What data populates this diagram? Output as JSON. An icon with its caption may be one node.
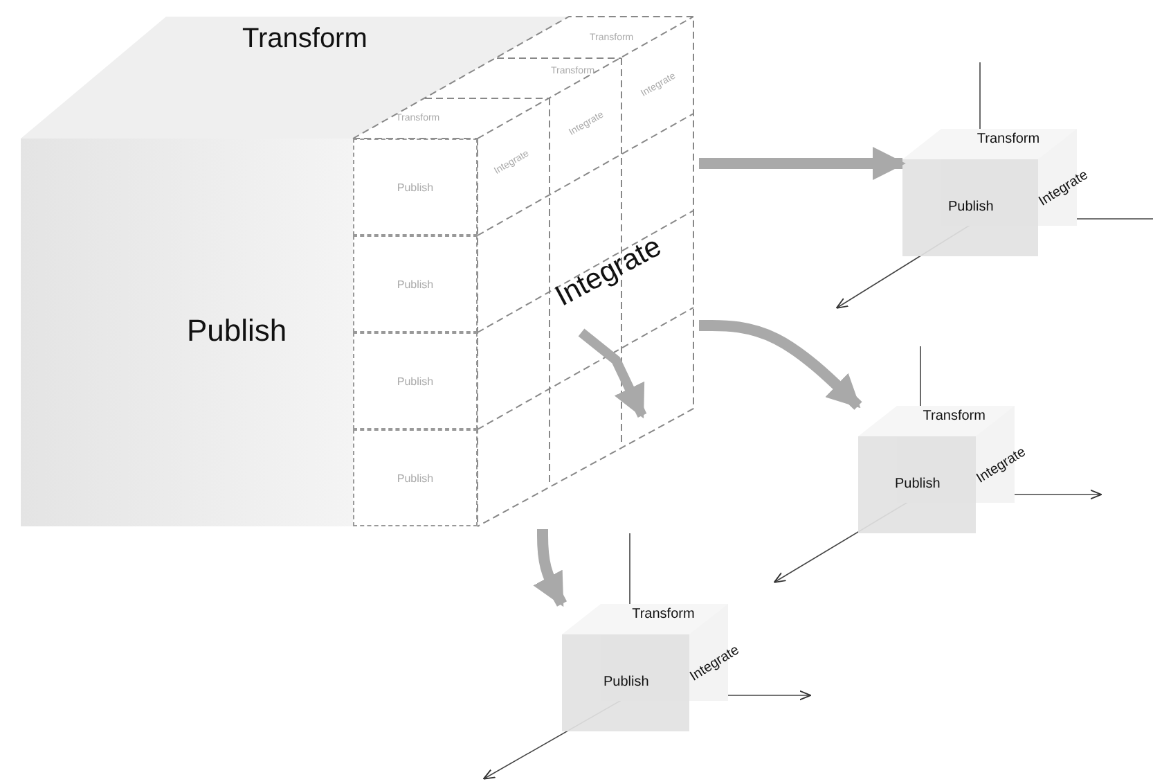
{
  "diagram": {
    "nodes": [
      {
        "text": [
          "Transform",
          "Publish",
          "Integrate"
        ]
      },
      {
        "text": [
          "Publish"
        ],
        "in": 0
      },
      {
        "text": [
          "Publish"
        ],
        "in": 0
      },
      {
        "text": [
          "Publish"
        ],
        "in": 0
      },
      {
        "text": [
          "Publish"
        ],
        "in": 0
      },
      {
        "text": [
          "Transform",
          "Publish",
          "Integrate"
        ]
      },
      {
        "text": [
          "Transform",
          "Publish",
          "Integrate"
        ]
      },
      {
        "text": [
          "Transform",
          "Publish",
          "Integrate"
        ]
      }
    ],
    "edges": [
      {
        "from": 0,
        "to": 5,
        "arrow": "to"
      },
      {
        "from": 0,
        "to": 6,
        "arrow": "to"
      },
      {
        "from": 0,
        "to": 7,
        "arrow": "to"
      }
    ],
    "labels": [
      "Transform",
      "Transform",
      "Integrate",
      "Transform",
      "Integrate",
      "Integrate"
    ]
  }
}
